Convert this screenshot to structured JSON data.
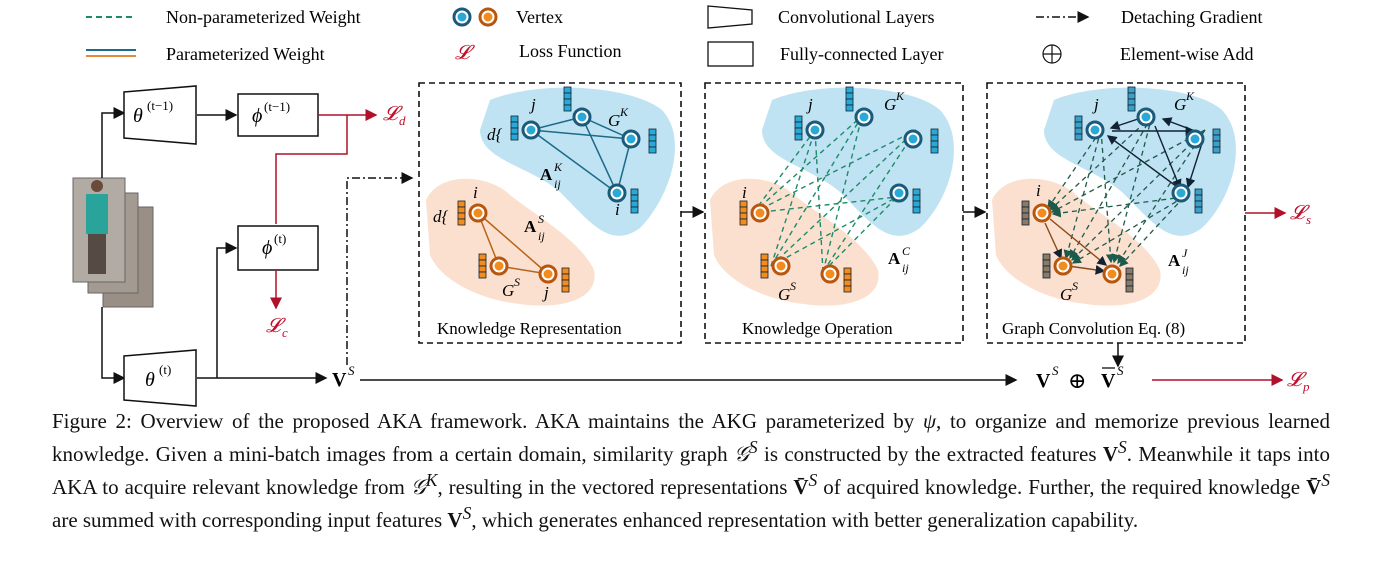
{
  "legend": {
    "non_param": "Non-parameterized Weight",
    "param": "Parameterized Weight",
    "vertex": "Vertex",
    "loss": "Loss Function",
    "loss_symbol": "𝓛",
    "conv": "Convolutional Layers",
    "fc": "Fully-connected Layer",
    "detach": "Detaching Gradient",
    "add": "Element-wise Add"
  },
  "nodes": {
    "theta_prev": "θ",
    "theta_prev_sup": "(t−1)",
    "phi_prev": "ϕ",
    "phi_prev_sup": "(t−1)",
    "phi_cur": "ϕ",
    "phi_cur_sup": "(t)",
    "theta_cur": "θ",
    "theta_cur_sup": "(t)"
  },
  "losses": {
    "ld": "d",
    "lc": "c",
    "ls": "s",
    "lp": "p"
  },
  "panels": {
    "p1": "Knowledge Representation",
    "p2": "Knowledge Operation",
    "p3": "Graph Convolution Eq. (8)"
  },
  "labels": {
    "VS": "V",
    "VS_sup": "S",
    "sum_V": "V",
    "sum_op": "⊕",
    "GK": "G",
    "GK_sup": "K",
    "GS": "G",
    "GS_sup": "S",
    "AK": "A",
    "AK_sup": "K",
    "AK_sub": "ij",
    "AS": "A",
    "AS_sup": "S",
    "AS_sub": "ij",
    "AC": "A",
    "AC_sup": "C",
    "AC_sub": "ij",
    "AJ": "A",
    "AJ_sup": "J",
    "AJ_sub": "ij",
    "i": "i",
    "j": "j",
    "d": "d{"
  },
  "caption": {
    "s1": "Figure 2:  Overview of the proposed AKA framework.  AKA maintains the AKG parameterized by ",
    "psi": "ψ",
    "s2": ", to organize and memorize previous learned knowledge. Given a mini-batch images from a certain domain, similarity graph ",
    "g": "𝒢",
    "gs_sup": "S",
    "s3": " is constructed by the extracted features ",
    "v": "V",
    "vs_sup": "S",
    "s4": ". Meanwhile it taps into AKA to acquire relevant knowledge from ",
    "gk_sup": "K",
    "s5": ", resulting in the vectored representations ",
    "vbar": "V̄",
    "s6": " of acquired knowledge.  Further, the required knowledge ",
    "s7": " are summed with corresponding input features ",
    "s8": ", which generates enhanced representation with better generalization capability."
  },
  "colors": {
    "blue_blob": "#bfe3f2",
    "orange_blob": "#fbe0cf",
    "blue_node": "#2aa9d6",
    "orange_node": "#f28c1e",
    "loss_red": "#b0102a",
    "green_dash": "#1e8a6a",
    "blue_edge": "#1b6b8a",
    "orange_edge": "#b5651d"
  }
}
